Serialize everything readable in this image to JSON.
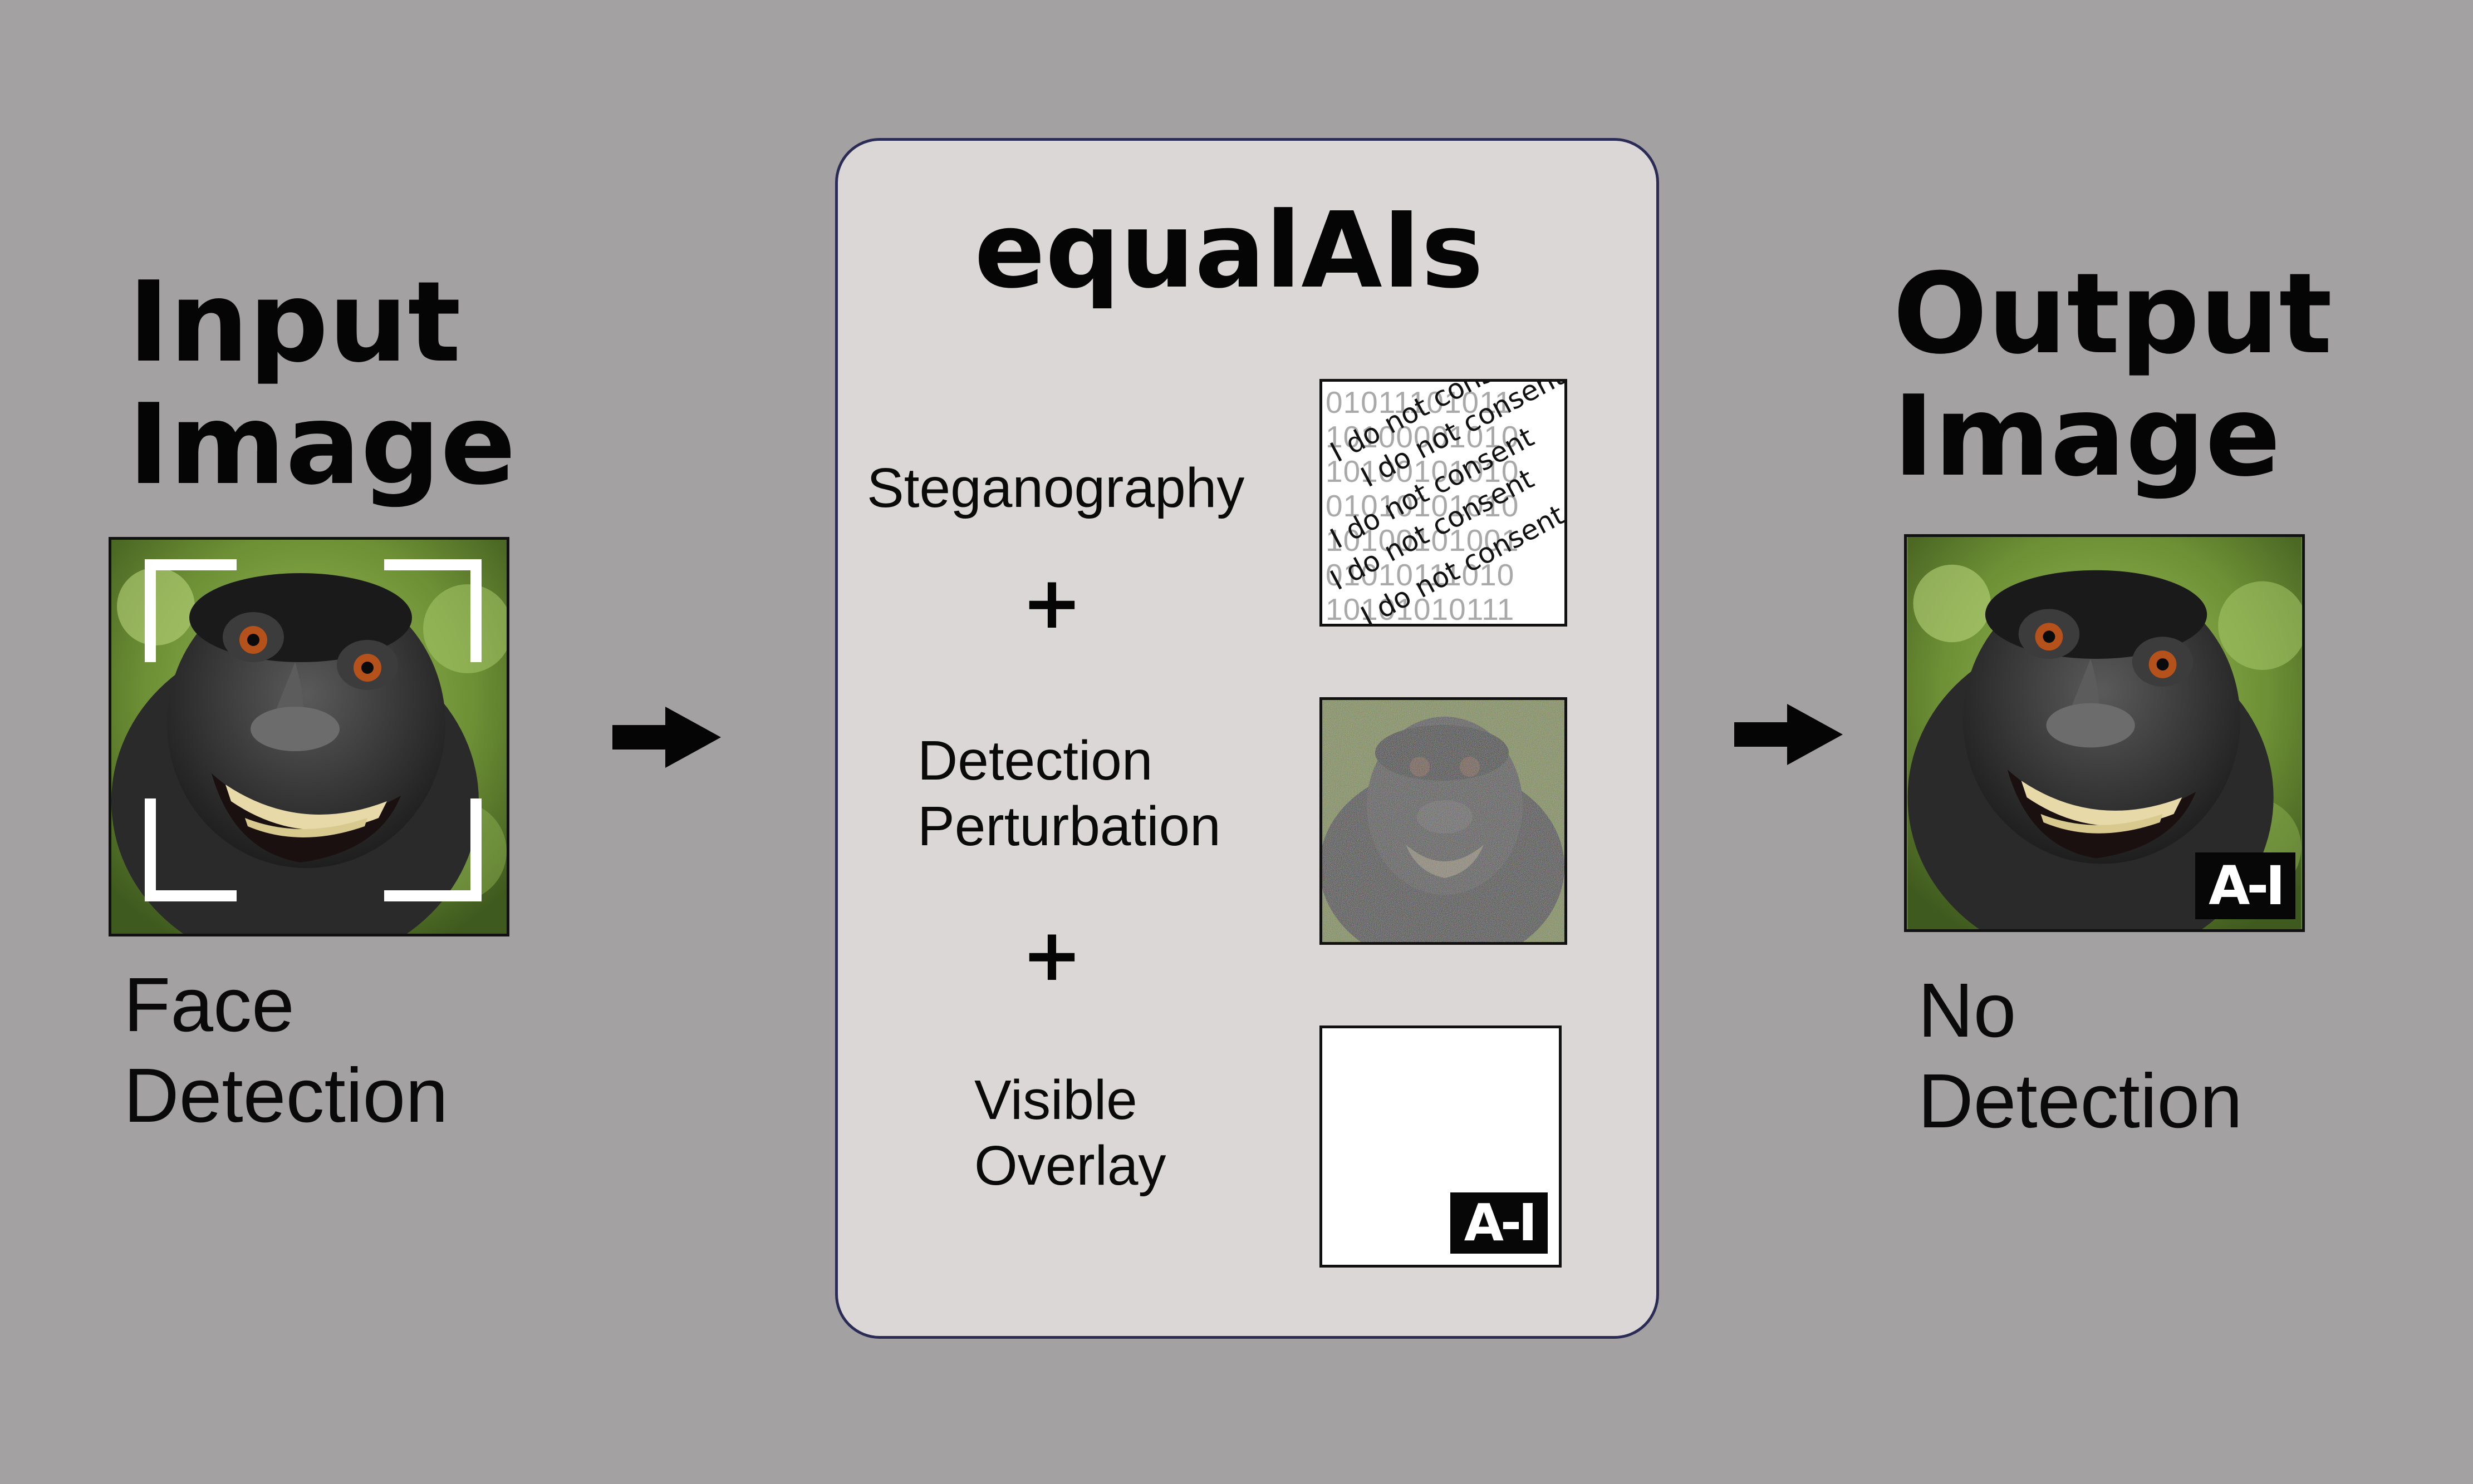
{
  "input": {
    "title_line1": "Input",
    "title_line2": "Image",
    "caption_line1": "Face",
    "caption_line2": "Detection"
  },
  "panel": {
    "title": "equalAIs",
    "plus_symbol": "+",
    "steps": [
      {
        "label_line1": "Steganography",
        "label_line2": ""
      },
      {
        "label_line1": "Detection",
        "label_line2": "Perturbation"
      },
      {
        "label_line1": "Visible",
        "label_line2": "Overlay"
      }
    ],
    "stego": {
      "binary_rows": [
        "01011101011",
        "10100001010",
        "10100101010",
        "01010101010",
        "10100101001",
        "01010111010",
        "10101010111"
      ],
      "watermark_text": "I do not consent"
    }
  },
  "output": {
    "title_line1": "Output",
    "title_line2": "Image",
    "caption_line1": "No",
    "caption_line2": "Detection"
  },
  "ai_badge": "A-I",
  "colors": {
    "background": "#a4a1a2",
    "panel": "#dcd7d7",
    "panel_border": "#2a2c55",
    "text": "#050505"
  }
}
